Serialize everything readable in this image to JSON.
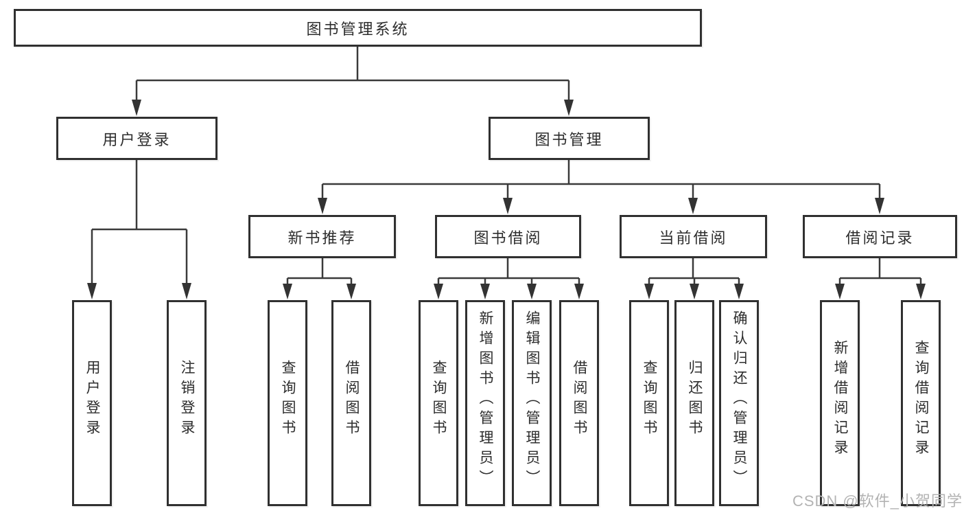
{
  "tree": {
    "root": {
      "label": "图书管理系统"
    },
    "branches": [
      {
        "label": "用户登录",
        "children": [
          {
            "label": "用户登录"
          },
          {
            "label": "注销登录"
          }
        ]
      },
      {
        "label": "图书管理",
        "sections": [
          {
            "label": "新书推荐",
            "children": [
              {
                "label": "查询图书"
              },
              {
                "label": "借阅图书"
              }
            ]
          },
          {
            "label": "图书借阅",
            "children": [
              {
                "label": "查询图书"
              },
              {
                "label": "新增图书（管理员）"
              },
              {
                "label": "编辑图书（管理员）"
              },
              {
                "label": "借阅图书"
              }
            ]
          },
          {
            "label": "当前借阅",
            "children": [
              {
                "label": "查询图书"
              },
              {
                "label": "归还图书"
              },
              {
                "label": "确认归还（管理员）"
              }
            ]
          },
          {
            "label": "借阅记录",
            "children": [
              {
                "label": "新增借阅记录"
              },
              {
                "label": "查询借阅记录"
              }
            ]
          }
        ]
      }
    ]
  },
  "style": {
    "line_color": "#3a3a3a",
    "border_color": "#303030",
    "watermark_color": "#b3b3b3"
  },
  "watermark": {
    "text": "CSDN @软件_小贺同学"
  }
}
